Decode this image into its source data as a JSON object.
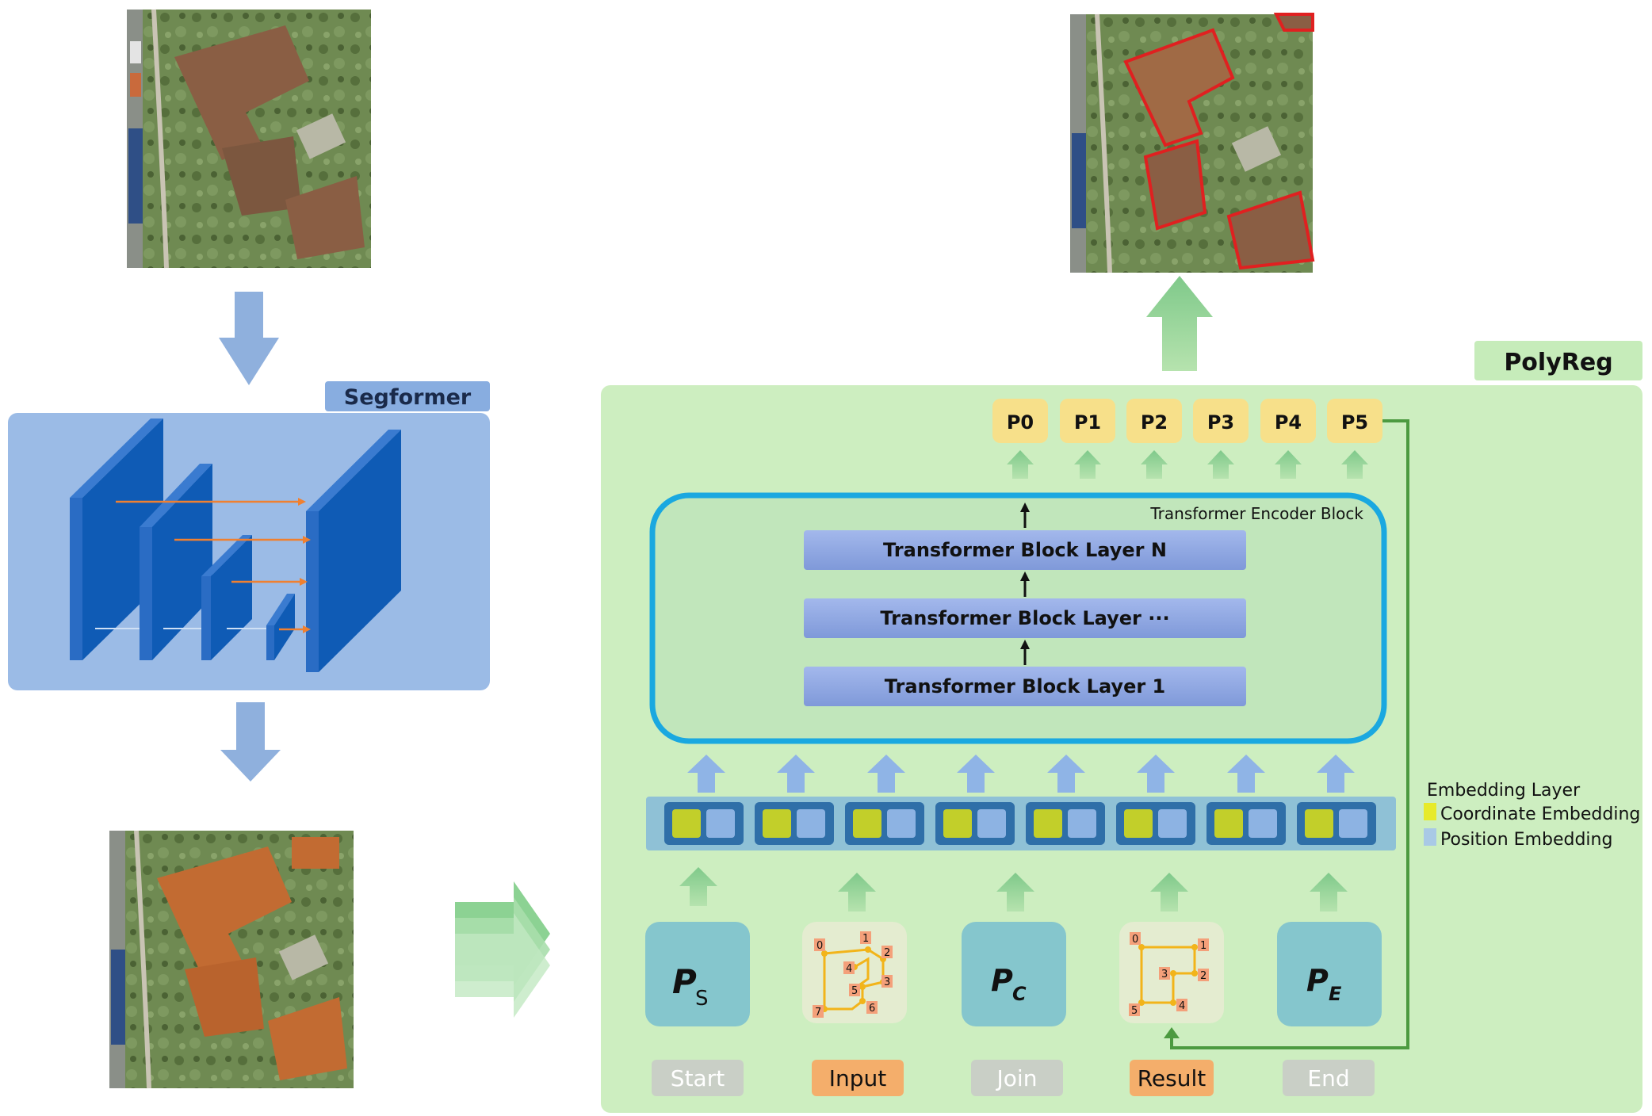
{
  "segformer": {
    "label": "Segformer"
  },
  "polyreg": {
    "label": "PolyReg"
  },
  "outputs": [
    "P0",
    "P1",
    "P2",
    "P3",
    "P4",
    "P5"
  ],
  "encoder": {
    "label": "Transformer Encoder Block",
    "layers": [
      "Transformer Block Layer N",
      "Transformer Block Layer ···",
      "Transformer Block Layer 1"
    ]
  },
  "legend": {
    "title": "Embedding Layer",
    "items": [
      {
        "label": "Coordinate Embedding",
        "color": "#e7ea2a"
      },
      {
        "label": "Position Embedding",
        "color": "#a9c9e6"
      }
    ]
  },
  "tokens": {
    "start": {
      "main": "P",
      "sub": "S"
    },
    "join": {
      "main": "P",
      "sub": "C"
    },
    "end": {
      "main": "P",
      "sub": "E"
    }
  },
  "input_polygon": {
    "labels": [
      "0",
      "1",
      "2",
      "3",
      "4",
      "5",
      "6",
      "7"
    ]
  },
  "result_polygon": {
    "labels": [
      "0",
      "1",
      "2",
      "3",
      "4",
      "5"
    ]
  },
  "bottom_labels": [
    {
      "text": "Start",
      "color": "#c9cfc6",
      "text_color": "#ffffff"
    },
    {
      "text": "Input",
      "color": "#f4ae6b",
      "text_color": "#111111"
    },
    {
      "text": "Join",
      "color": "#c9cfc6",
      "text_color": "#ffffff"
    },
    {
      "text": "Result",
      "color": "#f4ae6b",
      "text_color": "#111111"
    },
    {
      "text": "End",
      "color": "#c9cfc6",
      "text_color": "#ffffff"
    }
  ],
  "colors": {
    "polyreg_panel": "#cdeec0",
    "segformer_panel": "#9bbbe6",
    "encoder_border": "#1aa8e0",
    "output_box": "#f7e08a",
    "token_box": "#85c6cd",
    "block_layer": "#8ea7e2",
    "green_arrow": "#8ecf8e",
    "blue_arrow": "#8fb4e6",
    "feedback_line": "#4c9a40"
  }
}
